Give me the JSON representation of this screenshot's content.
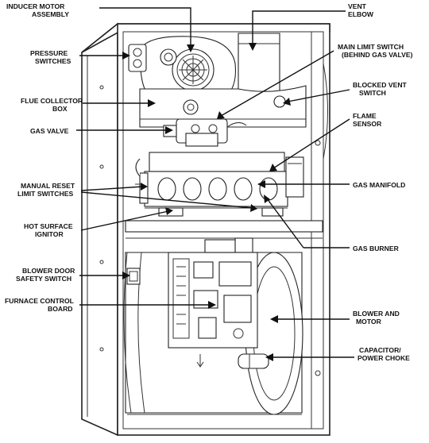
{
  "labels": {
    "inducer_motor": [
      "INDUCER MOTOR",
      "ASSEMBLY"
    ],
    "vent_elbow": [
      "VENT",
      "ELBOW"
    ],
    "pressure_switches": [
      "PRESSURE",
      "SWITCHES"
    ],
    "main_limit_switch": [
      "MAIN LIMIT SWITCH",
      "(BEHIND GAS VALVE)"
    ],
    "flue_collector_box": [
      "FLUE COLLECTOR",
      "BOX"
    ],
    "blocked_vent_switch": [
      "BLOCKED VENT",
      "SWITCH"
    ],
    "gas_valve": [
      "GAS VALVE"
    ],
    "flame_sensor": [
      "FLAME",
      "SENSOR"
    ],
    "manual_reset_limit_switches": [
      "MANUAL RESET",
      "LIMIT SWITCHES"
    ],
    "gas_manifold": [
      "GAS MANIFOLD"
    ],
    "hot_surface_ignitor": [
      "HOT SURFACE",
      "IGNITOR"
    ],
    "gas_burner": [
      "GAS BURNER"
    ],
    "blower_door_safety_switch": [
      "BLOWER DOOR",
      "SAFETY SWITCH"
    ],
    "furnace_control_board": [
      "FURNACE CONTROL",
      "BOARD"
    ],
    "blower_and_motor": [
      "BLOWER AND",
      "MOTOR"
    ],
    "capacitor_power_choke": [
      "CAPACITOR/",
      "POWER CHOKE"
    ]
  }
}
